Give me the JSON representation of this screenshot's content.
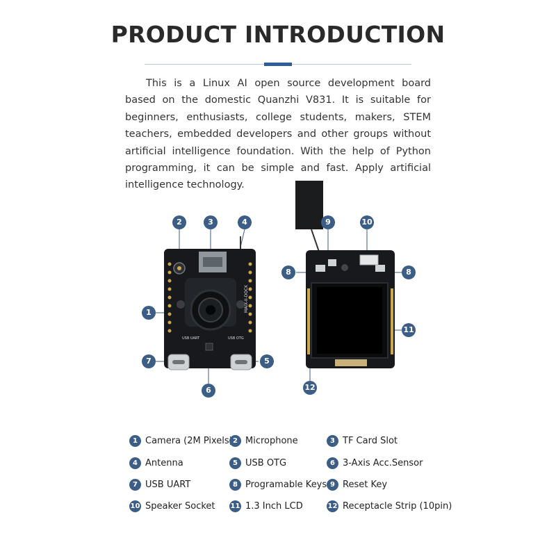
{
  "header": {
    "title": "PRODUCT INTRODUCTION"
  },
  "intro": {
    "text": "This is a Linux AI open source development board based on the domestic Quanzhi V831. It is suitable for beginners, enthusiasts, college students, makers, STEM teachers, embedded developers and other groups without artificial intelligence foundation. With the help of Python programming, it can be simple and fast. Apply artificial intelligence technology."
  },
  "board_front": {
    "silkscreen_name": "MAIX-II-DOCK",
    "usb_left_label": "USB UART",
    "usb_right_label": "USB OTG",
    "callouts": [
      "1",
      "2",
      "3",
      "4",
      "5",
      "6",
      "7"
    ]
  },
  "board_back": {
    "callouts": [
      "8",
      "8",
      "9",
      "10",
      "11",
      "12"
    ]
  },
  "legend": {
    "items": [
      {
        "num": "1",
        "label": "Camera (2M Pixels)"
      },
      {
        "num": "2",
        "label": "Microphone"
      },
      {
        "num": "3",
        "label": "TF Card Slot"
      },
      {
        "num": "4",
        "label": "Antenna"
      },
      {
        "num": "5",
        "label": "USB OTG"
      },
      {
        "num": "6",
        "label": "3-Axis Acc.Sensor"
      },
      {
        "num": "7",
        "label": "USB UART"
      },
      {
        "num": "8",
        "label": "Programable Keys"
      },
      {
        "num": "9",
        "label": "Reset Key"
      },
      {
        "num": "10",
        "label": "Speaker Socket"
      },
      {
        "num": "11",
        "label": "1.3 Inch LCD"
      },
      {
        "num": "12",
        "label": "Receptacle Strip (10pin)"
      }
    ]
  },
  "colors": {
    "callout": "#3c5e86",
    "accent": "#2f5f98",
    "pcb": "#17191c"
  }
}
